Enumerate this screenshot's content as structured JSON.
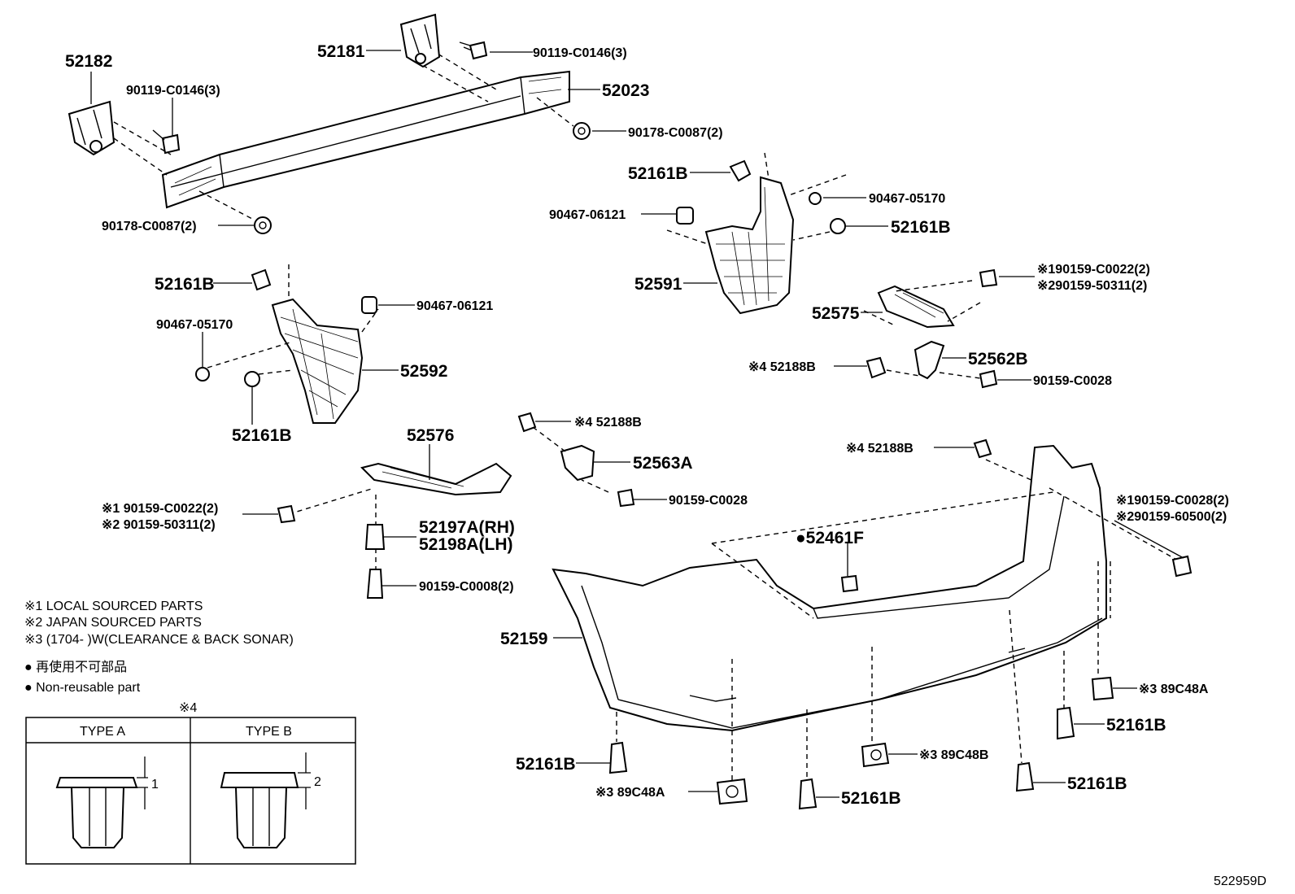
{
  "diagram_id": "522959D",
  "labels": {
    "p52182": "52182",
    "p52181": "52181",
    "p52023": "52023",
    "p90119_top": "90119-C0146(3)",
    "p90119_left": "90119-C0146(3)",
    "p90178_right": "90178-C0087(2)",
    "p90178_left": "90178-C0087(2)",
    "p52161b_r1": "52161B",
    "p90467_05170_r": "90467-05170",
    "p90467_06121_r": "90467-06121",
    "p52161b_r2": "52161B",
    "p52591": "52591",
    "p90159_c0022_r": "※190159-C0022(2)",
    "p90159_50311_r": "※290159-50311(2)",
    "p52575": "52575",
    "p52188b_1": "※4 52188B",
    "p52562b": "52562B",
    "p90159_c0028_1": "90159-C0028",
    "p52161b_l1": "52161B",
    "p90467_06121_l": "90467-06121",
    "p90467_05170_l": "90467-05170",
    "p52592": "52592",
    "p52161b_l2": "52161B",
    "p52576": "52576",
    "p52188b_2": "※4 52188B",
    "p52563a": "52563A",
    "p90159_c0028_2": "90159-C0028",
    "p52188b_3": "※4 52188B",
    "p90159_c0022_l": "※1 90159-C0022(2)",
    "p90159_50311_l": "※2 90159-50311(2)",
    "p52197a": "52197A(RH)",
    "p52198a": "52198A(LH)",
    "p90159_c0008": "90159-C0008(2)",
    "p90159_c0028_3": "※190159-C0028(2)",
    "p90159_60500": "※290159-60500(2)",
    "p52461f": "●52461F",
    "p52159": "52159",
    "p89c48a_r": "※3 89C48A",
    "p52161b_b1": "52161B",
    "p52161b_b2": "52161B",
    "p89c48b": "※3 89C48B",
    "p52161b_b3": "52161B",
    "p89c48a_b": "※3 89C48A",
    "p52161b_b4": "52161B"
  },
  "legend": {
    "note1": "※1 LOCAL SOURCED PARTS",
    "note2": "※2 JAPAN SOURCED PARTS",
    "note3": "※3 (1704-      )W(CLEARANCE & BACK SONAR)",
    "nonreuse_jp": "● 再使用不可部品",
    "nonreuse_en": "● Non-reusable part"
  },
  "type_table": {
    "marker": "※4",
    "type_a": "TYPE A",
    "type_b": "TYPE B",
    "dim_a": "1",
    "dim_b": "2"
  }
}
